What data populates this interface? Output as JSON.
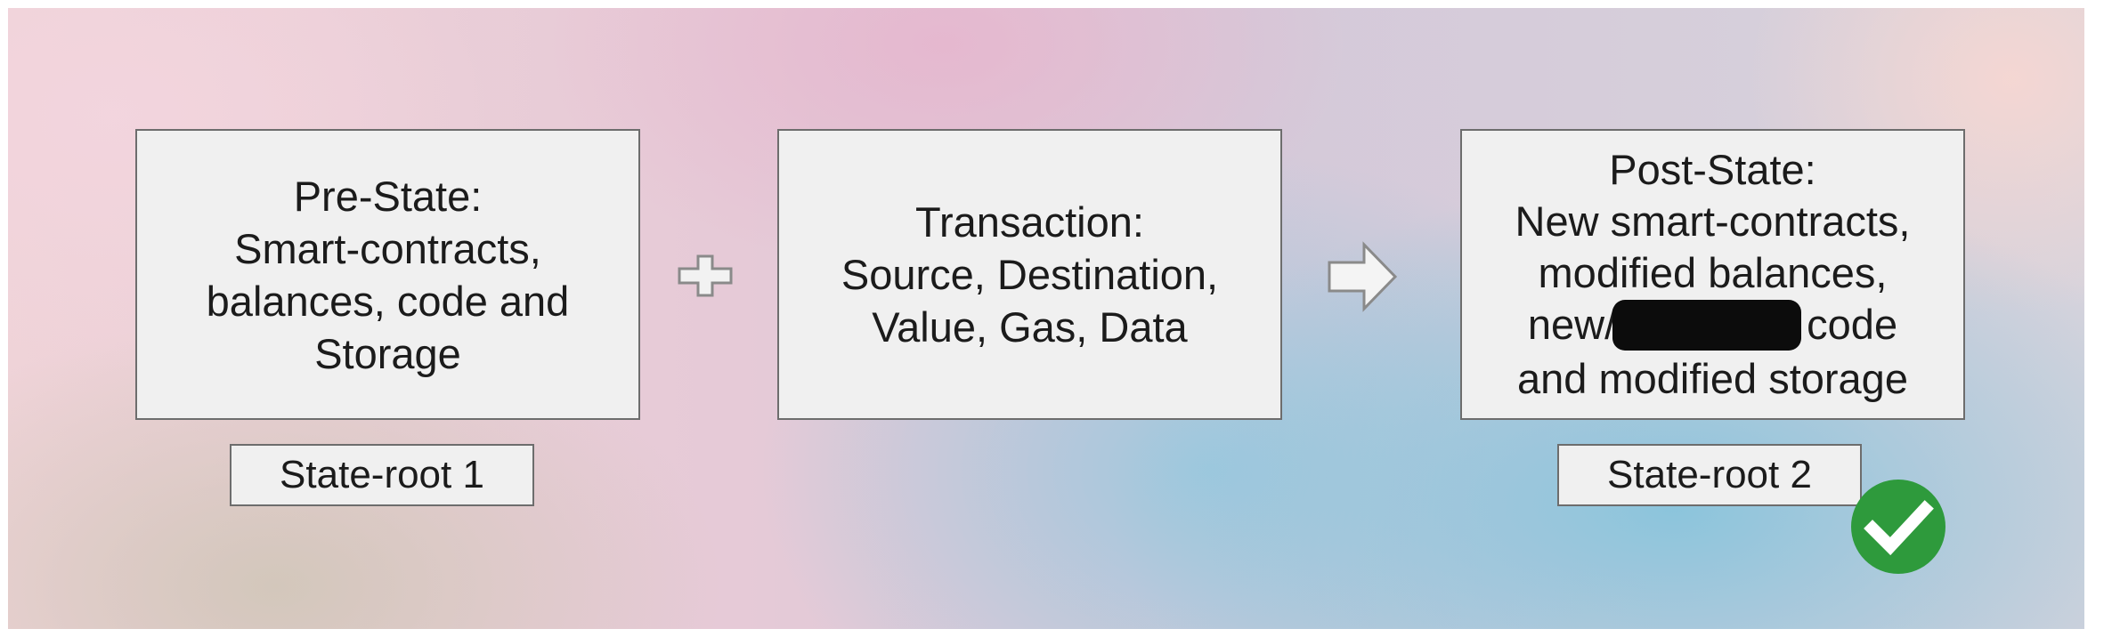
{
  "pre_state": {
    "lines": [
      "Pre-State:",
      "Smart-contracts,",
      "balances, code and",
      "Storage"
    ],
    "label": "State-root 1"
  },
  "transaction": {
    "lines": [
      "Transaction:",
      "Source, Destination,",
      "Value, Gas, Data"
    ]
  },
  "post_state": {
    "line1": "Post-State:",
    "line2": "New smart-contracts,",
    "line3": "modified balances,",
    "line4_before": "new/",
    "line4_after": "code",
    "line5": "and modified storage",
    "label": "State-root 2"
  },
  "icons": {
    "plus": "plus-icon",
    "arrow": "arrow-right-icon",
    "check": "check-circle-icon",
    "check_color": "#2e9a3c"
  }
}
